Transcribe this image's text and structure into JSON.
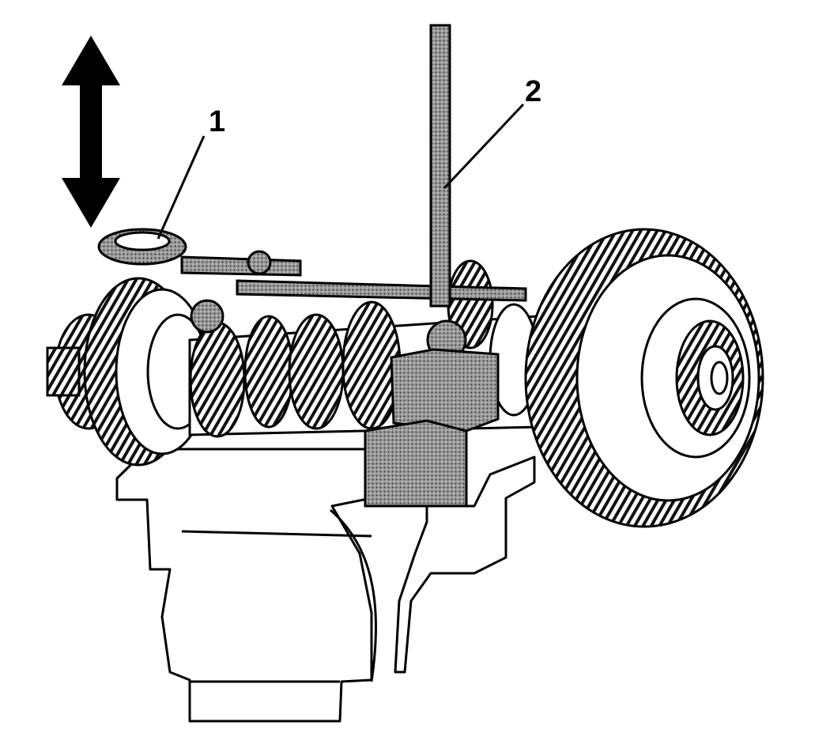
{
  "callouts": [
    {
      "id": "1",
      "label": "1"
    },
    {
      "id": "2",
      "label": "2"
    }
  ],
  "colors": {
    "ink": "#000000",
    "paper": "#ffffff",
    "hatch": "#8a8a8a"
  },
  "indicators": {
    "motion_arrow": "double-headed-vertical-arrow"
  }
}
